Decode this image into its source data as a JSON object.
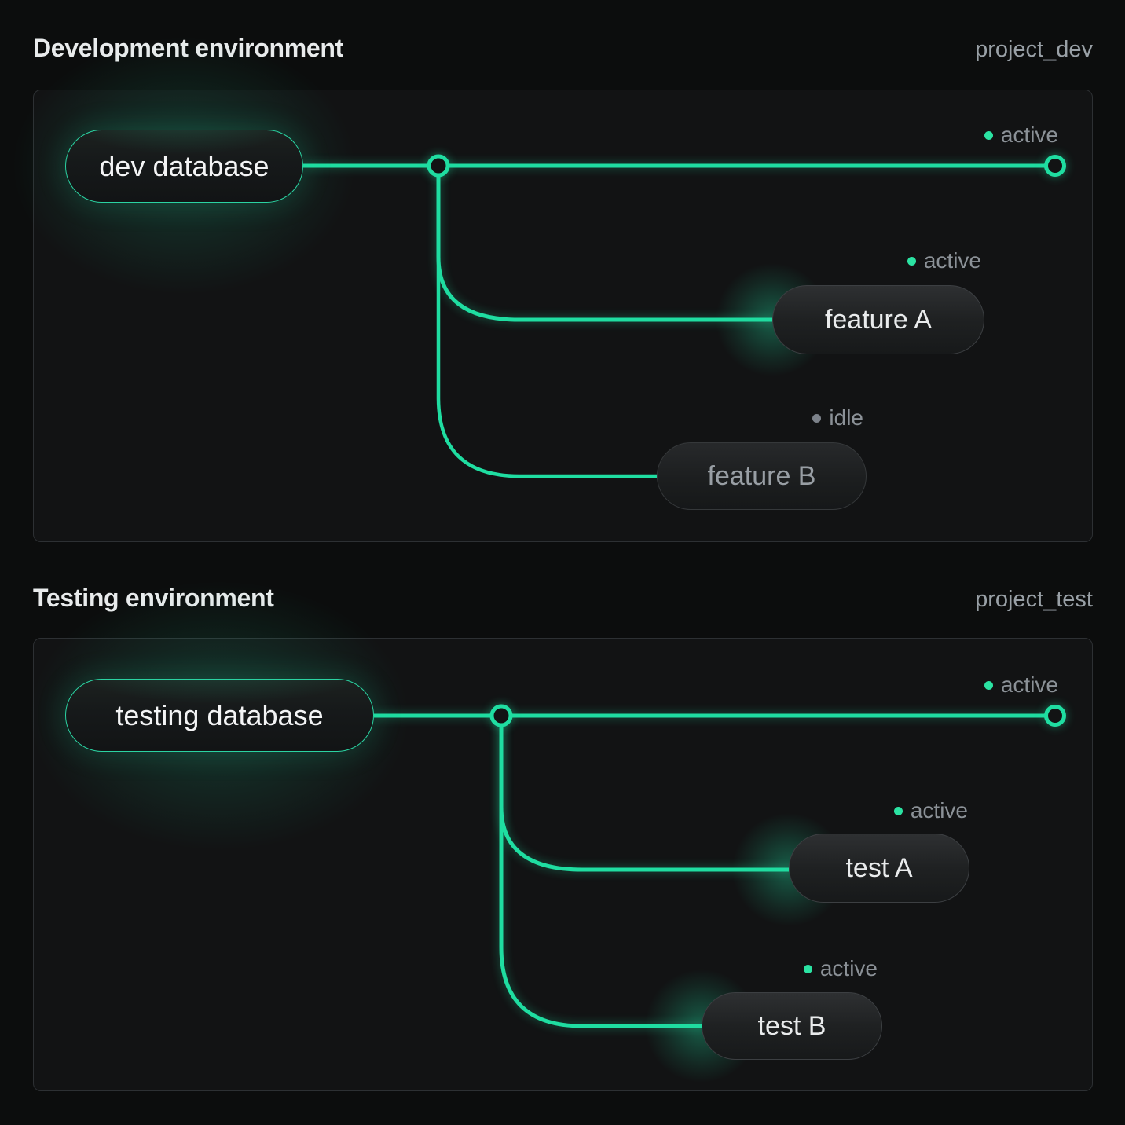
{
  "colors": {
    "accent": "#1fdda1",
    "idle_line": "#55595c",
    "idle_dot": "#7c828a",
    "status_text": "#8b9197",
    "panel_border": "#2d3033",
    "background": "#0c0d0d",
    "panel_background": "#121314"
  },
  "sections": [
    {
      "title": "Development environment",
      "project": "project_dev",
      "database": {
        "label": "dev database"
      },
      "main_branch": {
        "status": "active"
      },
      "branches": [
        {
          "label": "feature A",
          "status": "active"
        },
        {
          "label": "feature B",
          "status": "idle"
        }
      ]
    },
    {
      "title": "Testing environment",
      "project": "project_test",
      "database": {
        "label": "testing database"
      },
      "main_branch": {
        "status": "active"
      },
      "branches": [
        {
          "label": "test A",
          "status": "active"
        },
        {
          "label": "test B",
          "status": "active"
        }
      ]
    }
  ]
}
